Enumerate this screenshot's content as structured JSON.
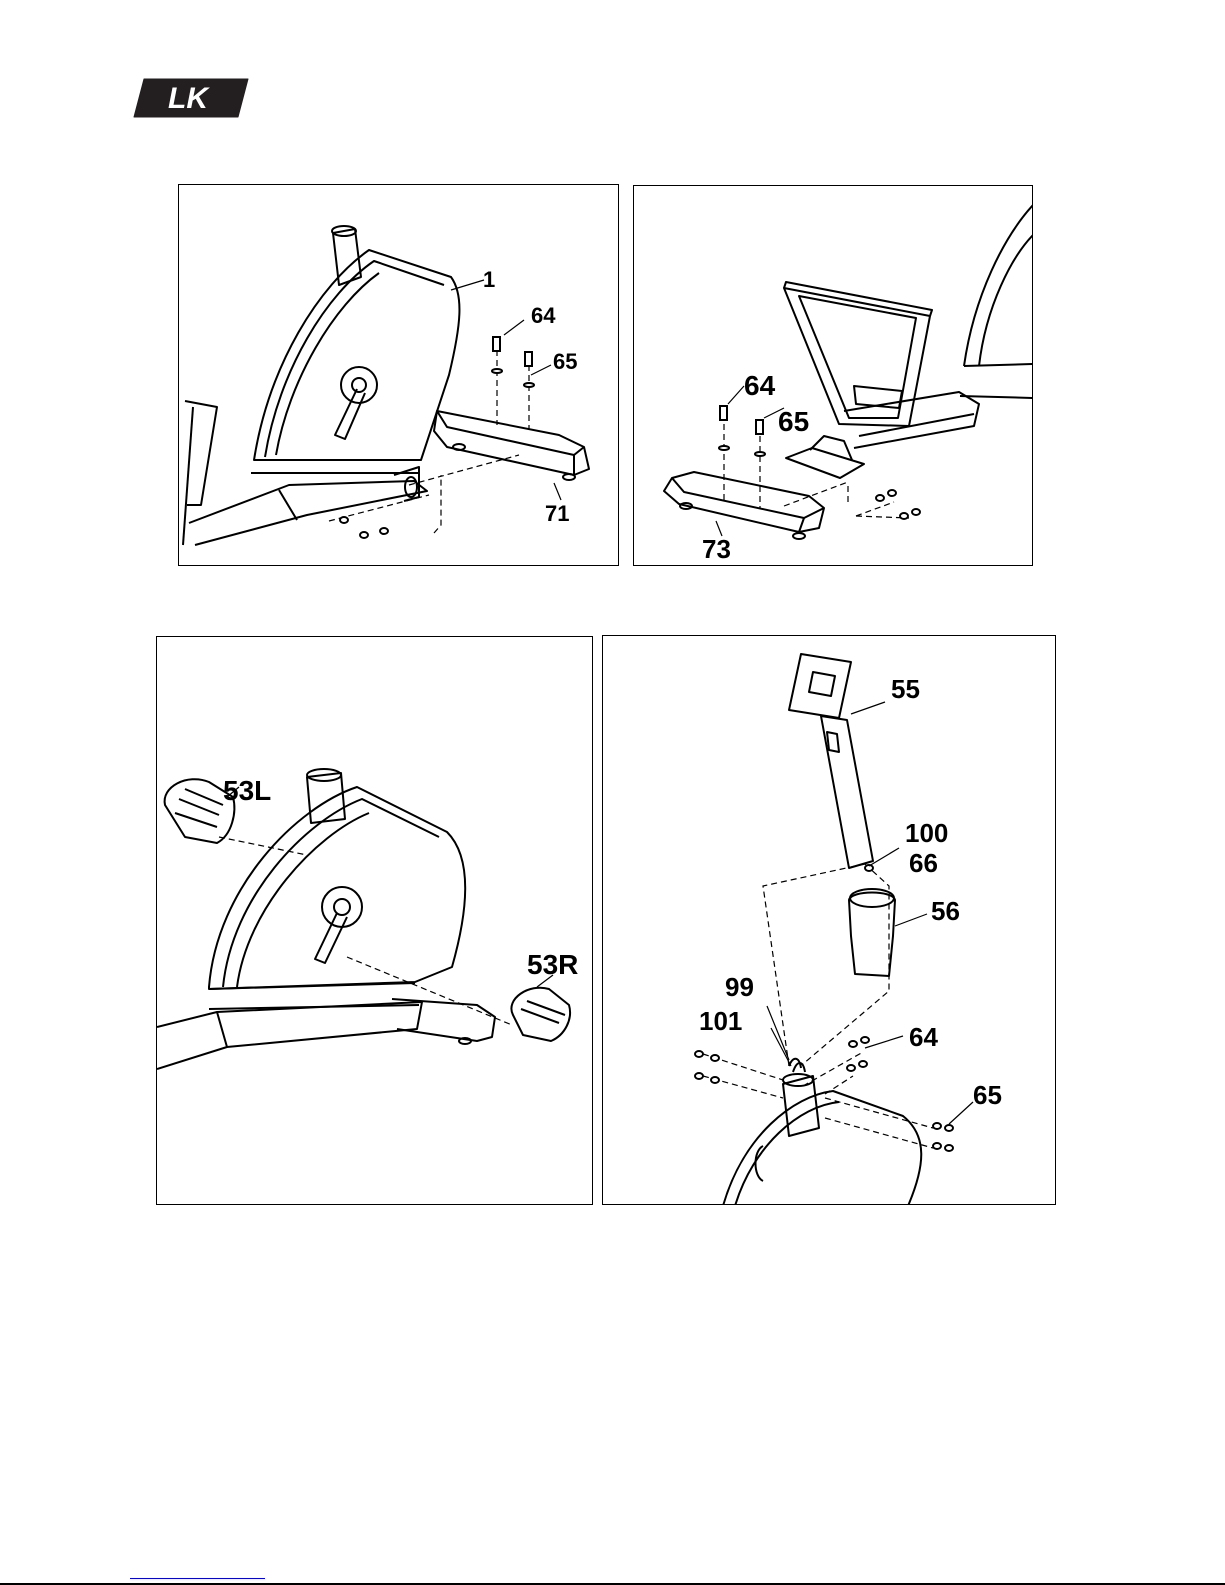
{
  "brand": {
    "logo_text": "LK",
    "color": "#231f20"
  },
  "panels": {
    "step1": {
      "callouts": {
        "frame": "1",
        "bolt": "64",
        "washer": "65",
        "stabilizer": "71"
      }
    },
    "step2": {
      "callouts": {
        "bolt": "64",
        "washer": "65",
        "stabilizer": "73"
      }
    },
    "step3": {
      "callouts": {
        "left_pedal": "53L",
        "right_pedal": "53R"
      }
    },
    "step4": {
      "callouts": {
        "console_mast": "55",
        "wire_a": "100",
        "wire_b": "66",
        "cover": "56",
        "wire_c": "99",
        "wire_d": "101",
        "bolt": "64",
        "washer": "65"
      }
    }
  },
  "colors": {
    "line": "#000000",
    "link": "#0000ee"
  }
}
